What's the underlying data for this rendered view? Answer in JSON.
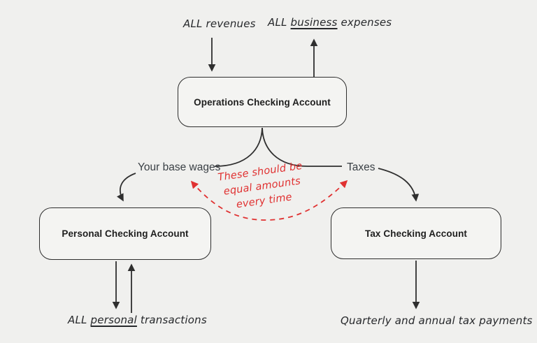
{
  "canvas": {
    "background": "#f0f0ee",
    "stroke_color": "#2f2f2f",
    "accent_red": "#e03131"
  },
  "boxes": {
    "operations": {
      "label": "Operations Checking Account"
    },
    "personal": {
      "label": "Personal Checking Account"
    },
    "tax": {
      "label": "Tax Checking Account"
    }
  },
  "flow_labels": {
    "revenues": "ALL revenues",
    "business_expenses": {
      "pre": "ALL ",
      "underlined": "business",
      "post": " expenses"
    },
    "base_wages": "Your base wages",
    "taxes": "Taxes",
    "personal_transactions": {
      "pre": "ALL ",
      "underlined": "personal",
      "post": " transactions"
    },
    "tax_payments": "Quarterly and annual tax payments"
  },
  "note": {
    "line1": "These should be",
    "line2": "equal amounts",
    "line3": "every time"
  }
}
